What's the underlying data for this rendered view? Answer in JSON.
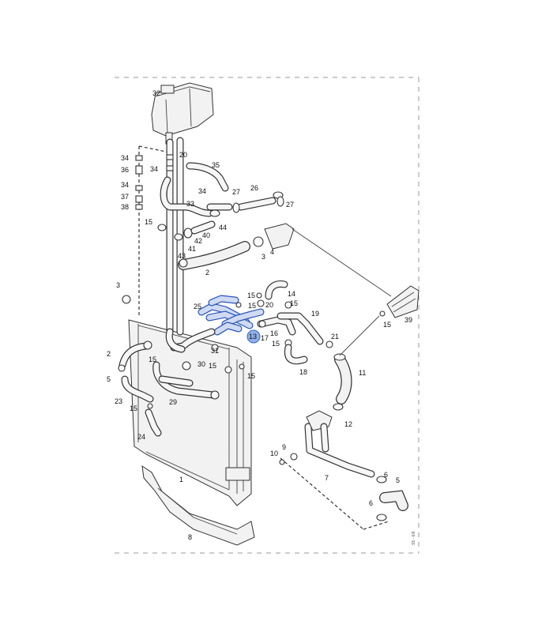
{
  "diagram": {
    "highlighted_label": "13",
    "document_code": "S5 - 6/6",
    "labels": {
      "l1": "1",
      "l2": "2",
      "l3a": "3",
      "l3b": "3",
      "l4": "4",
      "l5": "5",
      "l6a": "6",
      "l6b": "6",
      "l7": "7",
      "l8": "8",
      "l9": "9",
      "l10": "10",
      "l11": "11",
      "l12": "12",
      "l13": "13",
      "l14": "14",
      "l15a": "15",
      "l15b": "15",
      "l15c": "15",
      "l15d": "15",
      "l15e": "15",
      "l15f": "15",
      "l15g": "15",
      "l15h": "15",
      "l15i": "15",
      "l15j": "15",
      "l16": "16",
      "l17": "17",
      "l18": "18",
      "l19": "19",
      "l20a": "20",
      "l20b": "20",
      "l21": "21",
      "l22": "2",
      "l23": "23",
      "l24": "24",
      "l25": "25",
      "l26": "26",
      "l27a": "27",
      "l27b": "27",
      "l29": "29",
      "l30": "30",
      "l31": "31",
      "l32": "32",
      "l33": "33",
      "l34a": "34",
      "l34b": "34",
      "l34c": "34",
      "l34d": "34",
      "l35": "35",
      "l36": "36",
      "l37": "37",
      "l38": "38",
      "l39": "39",
      "l40": "40",
      "l41": "41",
      "l42": "42",
      "l43": "43",
      "l44": "44",
      "l5b": "5"
    }
  }
}
